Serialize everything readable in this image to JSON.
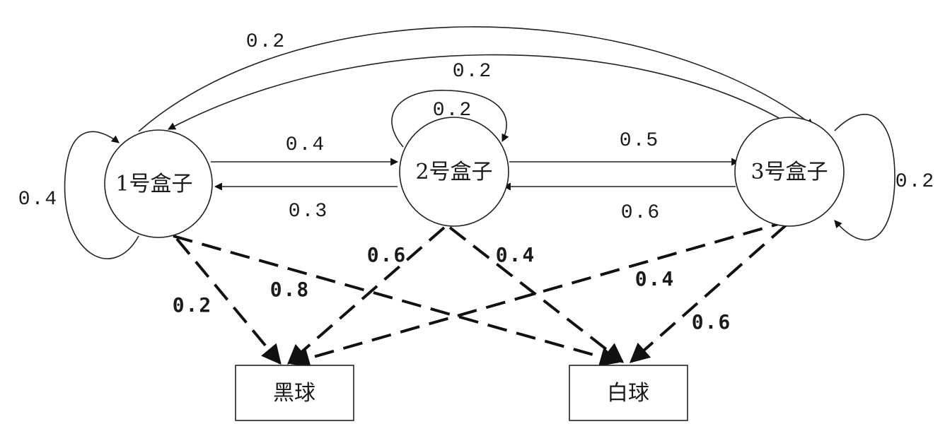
{
  "nodes": {
    "box1": "1号盒子",
    "box2": "2号盒子",
    "box3": "3号盒子",
    "black": "黑球",
    "white": "白球"
  },
  "transitions": {
    "box1_self": "0.4",
    "box1_to_box2": "0.4",
    "box2_to_box1": "0.3",
    "box2_self": "0.2",
    "box2_to_box3": "0.5",
    "box3_to_box2": "0.6",
    "box3_self": "0.2",
    "box1_to_box3": "0.2",
    "box3_to_box1": "0.2"
  },
  "emissions": {
    "box1_black": "0.2",
    "box1_white": "0.8",
    "box2_black": "0.6",
    "box2_white": "0.4",
    "box3_black": "0.4",
    "box3_white": "0.6"
  }
}
